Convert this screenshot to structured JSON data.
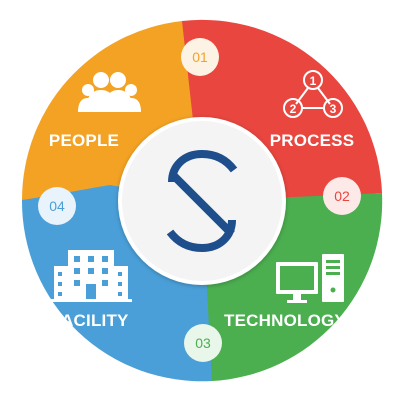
{
  "diagram": {
    "segments": [
      {
        "number": "01",
        "label": "PEOPLE",
        "color": "#F4A224",
        "icon": "people-icon"
      },
      {
        "number": "02",
        "label": "PROCESS",
        "color": "#E8463F",
        "icon": "process-steps-icon"
      },
      {
        "number": "03",
        "label": "TECHNOLOGY",
        "color": "#4BAE4F",
        "icon": "computer-icon"
      },
      {
        "number": "04",
        "label": "FACILITY",
        "color": "#4A9FD8",
        "icon": "building-icon"
      }
    ],
    "center_logo": {
      "icon": "logo-s-icon",
      "color": "#1E4E8C"
    },
    "process_steps": [
      "1",
      "2",
      "3"
    ]
  }
}
